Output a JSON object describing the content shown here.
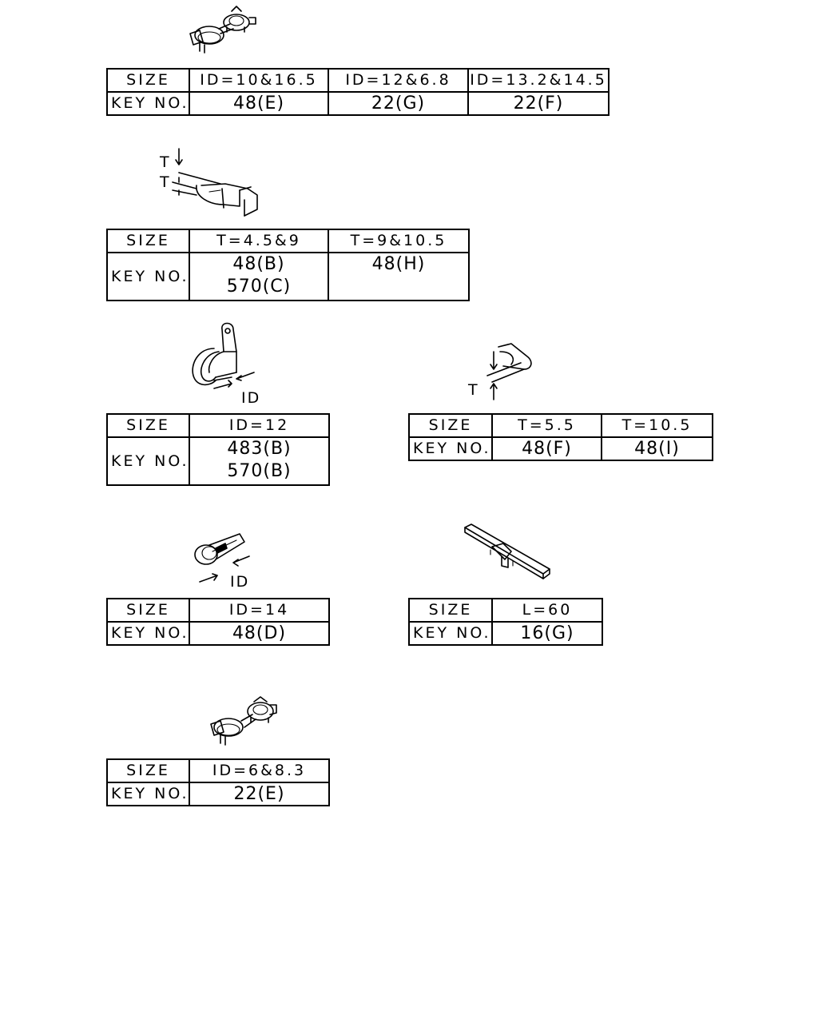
{
  "tables": [
    {
      "headers": [
        "SIZE",
        "ID=10&16.5",
        "ID=12&6.8",
        "ID=13.2&14.5"
      ],
      "row_label": "KEY NO.",
      "values": [
        [
          "48(E)"
        ],
        [
          "22(G)"
        ],
        [
          "22(F)"
        ]
      ]
    },
    {
      "headers": [
        "SIZE",
        "T=4.5&9",
        "T=9&10.5"
      ],
      "row_label": "KEY NO.",
      "values": [
        [
          "48(B)",
          "570(C)"
        ],
        [
          "48(H)"
        ]
      ]
    },
    {
      "headers": [
        "SIZE",
        "ID=12"
      ],
      "row_label": "KEY NO.",
      "values": [
        [
          "483(B)",
          "570(B)"
        ]
      ]
    },
    {
      "headers": [
        "SIZE",
        "T=5.5",
        "T=10.5"
      ],
      "row_label": "KEY NO.",
      "values": [
        [
          "48(F)"
        ],
        [
          "48(I)"
        ]
      ]
    },
    {
      "headers": [
        "SIZE",
        "ID=14"
      ],
      "row_label": "KEY NO.",
      "values": [
        [
          "48(D)"
        ]
      ]
    },
    {
      "headers": [
        "SIZE",
        "L=60"
      ],
      "row_label": "KEY NO.",
      "values": [
        [
          "16(G)"
        ]
      ]
    },
    {
      "headers": [
        "SIZE",
        "ID=6&8.3"
      ],
      "row_label": "KEY NO.",
      "values": [
        [
          "22(E)"
        ]
      ]
    }
  ],
  "dimension_labels": {
    "t": "T",
    "id": "ID"
  },
  "icons": [
    "double-hose-clamp-icon",
    "offset-edge-clip-icon",
    "single-hose-clamp-icon",
    "plate-spring-clip-icon",
    "loop-hose-clip-icon",
    "strap-bracket-icon",
    "double-hose-clamp-icon"
  ]
}
